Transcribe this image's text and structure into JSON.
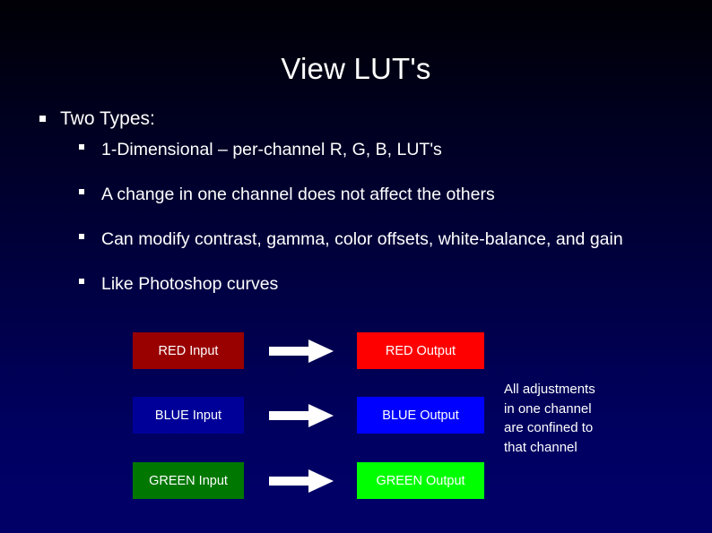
{
  "slide": {
    "title": "View LUT's",
    "background_top_color": "#000005",
    "background_bottom_color": "#000066",
    "text_color": "#ffffff"
  },
  "bullets": [
    {
      "level": 1,
      "text": "Two Types:"
    },
    {
      "level": 2,
      "text": "1-Dimensional – per-channel R, G, B, LUT's"
    },
    {
      "level": 2,
      "text": "A change in one channel does not affect the others"
    },
    {
      "level": 2,
      "text": "Can modify contrast, gamma, color offsets, white-balance, and gain"
    },
    {
      "level": 2,
      "text": "Like Photoshop curves"
    }
  ],
  "diagram": {
    "arrow_color": "#ffffff",
    "rows": [
      {
        "channel": "RED",
        "input_label": "RED Input",
        "input_color": "#990000",
        "output_label": "RED Output",
        "output_color": "#ff0000"
      },
      {
        "channel": "BLUE",
        "input_label": "BLUE Input",
        "input_color": "#000099",
        "output_label": "BLUE Output",
        "output_color": "#0000ff"
      },
      {
        "channel": "GREEN",
        "input_label": "GREEN Input",
        "input_color": "#007700",
        "output_label": "GREEN Output",
        "output_color": "#00ff00"
      }
    ]
  },
  "side_note": {
    "lines": [
      "All adjustments",
      "in one channel",
      "are confined to",
      "that channel"
    ]
  }
}
